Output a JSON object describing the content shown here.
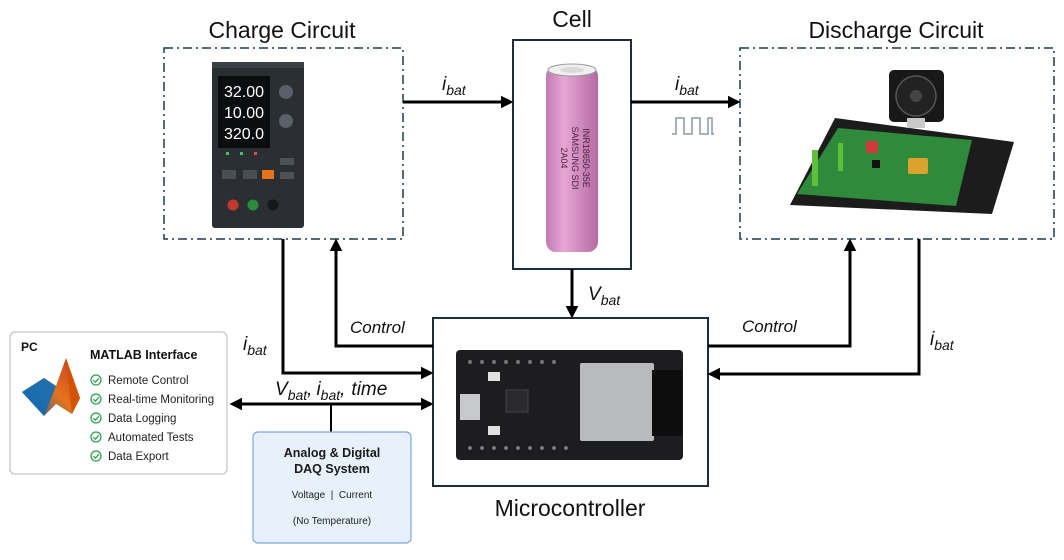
{
  "colors": {
    "dashed_border": "#1f3a4d",
    "cell_border": "#1c2e3c",
    "cell_body": "#d98fc4",
    "daq_bg": "#e8f0fb",
    "daq_border": "#7ea6d9",
    "check_green": "#2e9e4f",
    "pcb_green": "#2f8a3c"
  },
  "charge": {
    "title": "Charge Circuit"
  },
  "cell": {
    "title": "Cell",
    "print_lines": [
      "INR18650-35E",
      "SAMSUNG SDI",
      "2A04"
    ]
  },
  "discharge": {
    "title": "Discharge Circuit"
  },
  "micro": {
    "title": "Microcontroller"
  },
  "psu_display": [
    "32.00",
    "10.00",
    "320.0"
  ],
  "signals": {
    "i_bat": {
      "main": "i",
      "sub": "bat"
    },
    "v_bat": {
      "main": "V",
      "sub": "bat"
    },
    "bus_label": {
      "v": "V",
      "v_sub": "bat",
      "i": "i",
      "i_sub": "bat",
      "time": "time",
      "sep": ","
    },
    "control_left": "Control",
    "control_right": "Control"
  },
  "pc": {
    "label": "PC",
    "heading": "MATLAB Interface",
    "items": [
      "Remote Control",
      "Real-time Monitoring",
      "Data Logging",
      "Automated Tests",
      "Data Export"
    ],
    "icon": "matlab-logo-icon",
    "check_icon": "check-circle-icon"
  },
  "daq": {
    "title_line1": "Analog & Digital",
    "title_line2": "DAQ System",
    "line1": "Voltage  |  Current",
    "line2": "(No Temperature)"
  }
}
